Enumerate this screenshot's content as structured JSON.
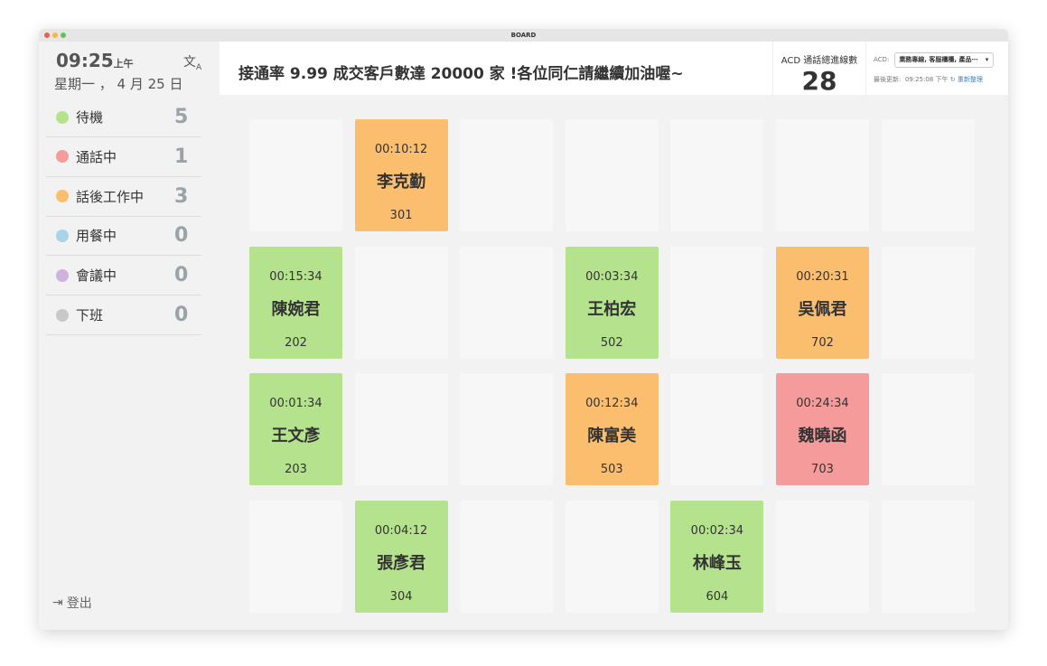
{
  "window": {
    "title": "BOARD"
  },
  "sidebar": {
    "time": "09:25",
    "ampm": "上午",
    "date": "星期一 ， 4 月 25 日",
    "translate_icon": "translate-icon",
    "statuses": [
      {
        "label": "待機",
        "count": "5",
        "color": "#b5e38d"
      },
      {
        "label": "通話中",
        "count": "1",
        "color": "#f69b9b"
      },
      {
        "label": "話後工作中",
        "count": "3",
        "color": "#fbbd6e"
      },
      {
        "label": "用餐中",
        "count": "0",
        "color": "#a9d3e6"
      },
      {
        "label": "會議中",
        "count": "0",
        "color": "#cfb2dd"
      },
      {
        "label": "下班",
        "count": "0",
        "color": "#c8c8c8"
      }
    ],
    "logout": "登出"
  },
  "header": {
    "marquee": "接通率 9.99 成交客戶數達 20000 家 !各位同仁請繼續加油喔~",
    "acd_title": "ACD 通話總進線數",
    "acd_count": "28",
    "acd_label": "ACD:",
    "acd_select": "業務專線, 客服櫃檯, 產品⋯",
    "updated_label": "最後更新:",
    "updated_time": "09:25:08 下午",
    "refresh": "重新整理"
  },
  "colors": {
    "idle": "#b5e38d",
    "oncall": "#f69b9b",
    "wrapup": "#fbbd6e",
    "empty": "#f7f7f7"
  },
  "agents": [
    {
      "row": 0,
      "col": 1,
      "time": "00:10:12",
      "name": "李克勤",
      "ext": "301",
      "status": "wrapup"
    },
    {
      "row": 1,
      "col": 0,
      "time": "00:15:34",
      "name": "陳婉君",
      "ext": "202",
      "status": "idle"
    },
    {
      "row": 1,
      "col": 3,
      "time": "00:03:34",
      "name": "王柏宏",
      "ext": "502",
      "status": "idle"
    },
    {
      "row": 1,
      "col": 5,
      "time": "00:20:31",
      "name": "吳佩君",
      "ext": "702",
      "status": "wrapup"
    },
    {
      "row": 2,
      "col": 0,
      "time": "00:01:34",
      "name": "王文彥",
      "ext": "203",
      "status": "idle"
    },
    {
      "row": 2,
      "col": 3,
      "time": "00:12:34",
      "name": "陳富美",
      "ext": "503",
      "status": "wrapup"
    },
    {
      "row": 2,
      "col": 5,
      "time": "00:24:34",
      "name": "魏曉函",
      "ext": "703",
      "status": "oncall"
    },
    {
      "row": 3,
      "col": 1,
      "time": "00:04:12",
      "name": "張彥君",
      "ext": "304",
      "status": "idle"
    },
    {
      "row": 3,
      "col": 4,
      "time": "00:02:34",
      "name": "林峰玉",
      "ext": "604",
      "status": "idle"
    }
  ]
}
